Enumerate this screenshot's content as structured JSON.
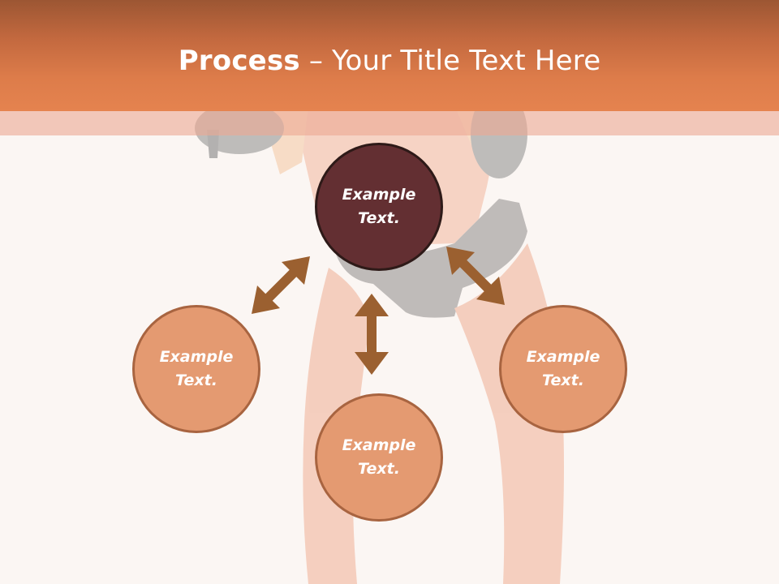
{
  "slide": {
    "title_bold": "Process",
    "title_rest": " – Your Title Text Here"
  },
  "diagram": {
    "center": {
      "label": "Example\nText."
    },
    "left": {
      "label": "Example\nText."
    },
    "bottom": {
      "label": "Example\nText."
    },
    "right": {
      "label": "Example\nText."
    }
  },
  "colors": {
    "header": "#e07d4a",
    "center_fill": "#632f32",
    "outer_fill": "#e49a71",
    "arrow": "#9b6030"
  }
}
